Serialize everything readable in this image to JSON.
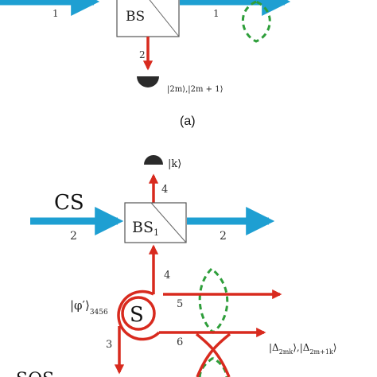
{
  "colors": {
    "cyan_beam": "#1e9fd2",
    "red_beam": "#d82a1e",
    "green_dash": "#2e9e3a",
    "detector": "#2b2b2b",
    "box_stroke": "#555555"
  },
  "panel_a": {
    "port_in": "1",
    "bs_label": "BS",
    "port_out": "1",
    "port_down": "2",
    "detector_label": "|2m⟩,|2m + 1⟩",
    "caption": "(a)"
  },
  "panel_b": {
    "detector_label": "|k⟩",
    "port_top": "4",
    "cs_label": "CS",
    "port_in": "2",
    "bs_label": "BS",
    "bs_sub": "1",
    "port_out": "2",
    "port_bottom": "4",
    "state_label": "|φ′⟩",
    "state_sub": "3456",
    "source_label": "S",
    "port_5": "5",
    "port_6": "6",
    "port_3": "3",
    "output_label": "|Δ",
    "output_sub1": "2mk",
    "output_mid": "⟩,|Δ",
    "output_sub2": "2m+1k",
    "output_end": "⟩",
    "sqs_label": "SQS"
  }
}
